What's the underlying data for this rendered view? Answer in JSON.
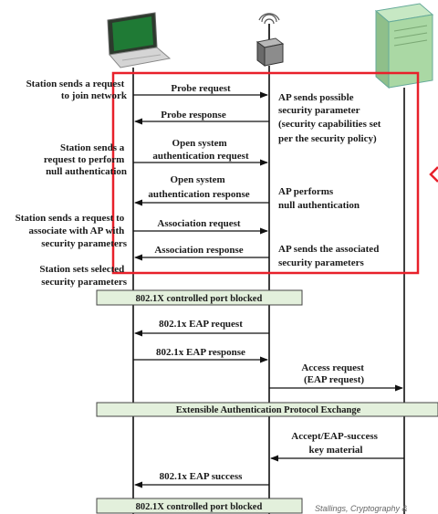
{
  "station_notes": {
    "n1": [
      "Station sends a request",
      "to join network"
    ],
    "n2": [
      "Station sends a",
      "request to perform",
      "null authentication"
    ],
    "n3": [
      "Station sends a request to",
      "associate with AP with",
      "security parameters"
    ],
    "n4": [
      "Station sets selected",
      "security parameters"
    ]
  },
  "messages": {
    "probe_request": [
      "Probe request"
    ],
    "probe_response": [
      "Probe response"
    ],
    "open_auth_request": [
      "Open system",
      "authentication request"
    ],
    "open_auth_response": [
      "Open system",
      "authentication  response"
    ],
    "assoc_request": [
      "Association request"
    ],
    "assoc_response": [
      "Association response"
    ],
    "eap_request": [
      "802.1x EAP request"
    ],
    "eap_response": [
      "802.1x EAP response"
    ],
    "access_request": [
      "Access request",
      "(EAP request)"
    ],
    "accept": [
      "Accept/EAP-success",
      "key material"
    ],
    "eap_success": [
      "802.1x EAP success"
    ]
  },
  "ap_notes": {
    "a1": [
      "AP sends possible",
      "security parameter",
      "(security capabilities set",
      "per the security policy)"
    ],
    "a2": [
      "AP performs",
      "null authentication"
    ],
    "a3": [
      "AP sends the associated",
      "security parameters"
    ]
  },
  "bars": {
    "port_blocked_1": "802.1X controlled port blocked",
    "eap_exchange": "Extensible Authentication Protocol Exchange",
    "port_blocked_2": "802.1X controlled port blocked"
  },
  "caption": "Stallings, Cryptography &",
  "colors": {
    "highlight": "#e8202a",
    "bar_fill": "#e3f0dc",
    "line": "#111111"
  },
  "icons": [
    "laptop-icon",
    "access-point-icon",
    "server-icon",
    "arrow-left-icon"
  ]
}
